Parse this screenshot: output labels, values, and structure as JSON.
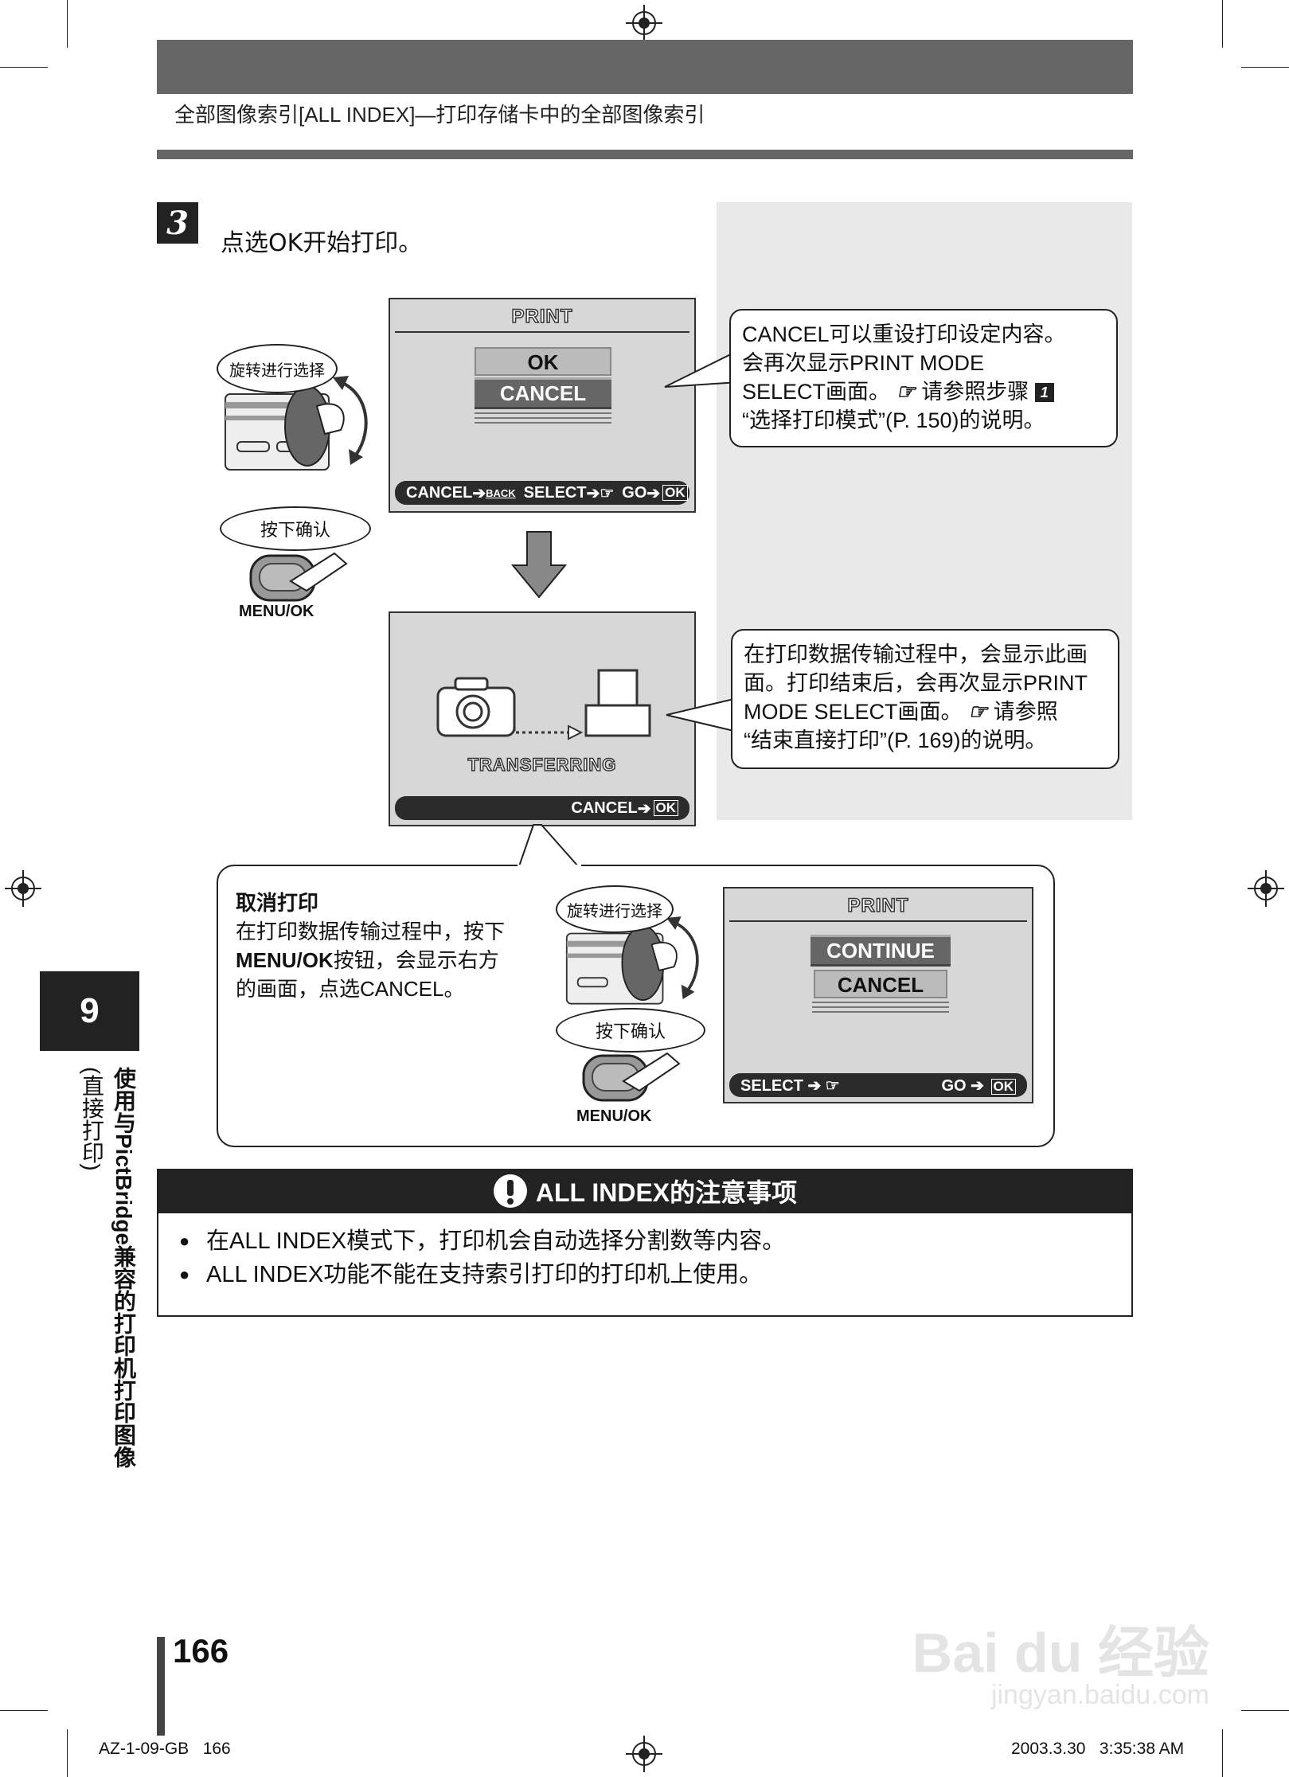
{
  "header": {
    "subtitle": "全部图像索引[ALL INDEX]—打印存储卡中的全部图像索引"
  },
  "step": {
    "number": "3",
    "text": "点选OK开始打印。"
  },
  "screen1": {
    "title": "PRINT",
    "option_ok": "OK",
    "option_cancel": "CANCEL",
    "bar_cancel": "CANCEL",
    "bar_back": "BACK",
    "bar_select": "SELECT",
    "bar_go": "GO",
    "bar_ok": "OK"
  },
  "screen2": {
    "status": "TRANSFERRING",
    "bar_cancel": "CANCEL",
    "bar_ok": "OK"
  },
  "screen3": {
    "title": "PRINT",
    "option_continue": "CONTINUE",
    "option_cancel": "CANCEL",
    "bar_select": "SELECT",
    "bar_go": "GO",
    "bar_ok": "OK"
  },
  "callout1": {
    "line1": "CANCEL可以重设打印设定内容。",
    "line2": "会再次显示PRINT MODE",
    "line3a": "SELECT画面。",
    "line3b": "请参照步骤",
    "line3c": "1",
    "line4": "“选择打印模式”(P. 150)的说明。"
  },
  "callout2": {
    "line1": "在打印数据传输过程中，会显示此画",
    "line2": "面。打印结束后，会再次显示PRINT",
    "line3a": "MODE SELECT画面。",
    "line3b": "请参照",
    "line4": "“结束直接打印”(P. 169)的说明。"
  },
  "bubbles": {
    "rotate": "旋转进行选择",
    "press": "按下确认",
    "menu_ok": "MENU/OK"
  },
  "cancel_section": {
    "title": "取消打印",
    "line1": "在打印数据传输过程中，按下",
    "line2a": "MENU/OK",
    "line2b": "按钮，会显示右方",
    "line3": "的画面，点选CANCEL。"
  },
  "notice": {
    "title": "ALL INDEX的注意事项",
    "items": [
      "在ALL INDEX模式下，打印机会自动选择分割数等内容。",
      "ALL INDEX功能不能在支持索引打印的打印机上使用。"
    ]
  },
  "chapter": {
    "number": "9",
    "title1": "使用与PictBridge兼容的打印机打印图像",
    "title2": "(直接打印)"
  },
  "page_number": "166",
  "footer": {
    "left": "AZ-1-09-GB   166",
    "right": "2003.3.30   3:35:38 AM"
  },
  "watermark": {
    "brand": "Bai du 经验",
    "url": "jingyan.baidu.com"
  }
}
